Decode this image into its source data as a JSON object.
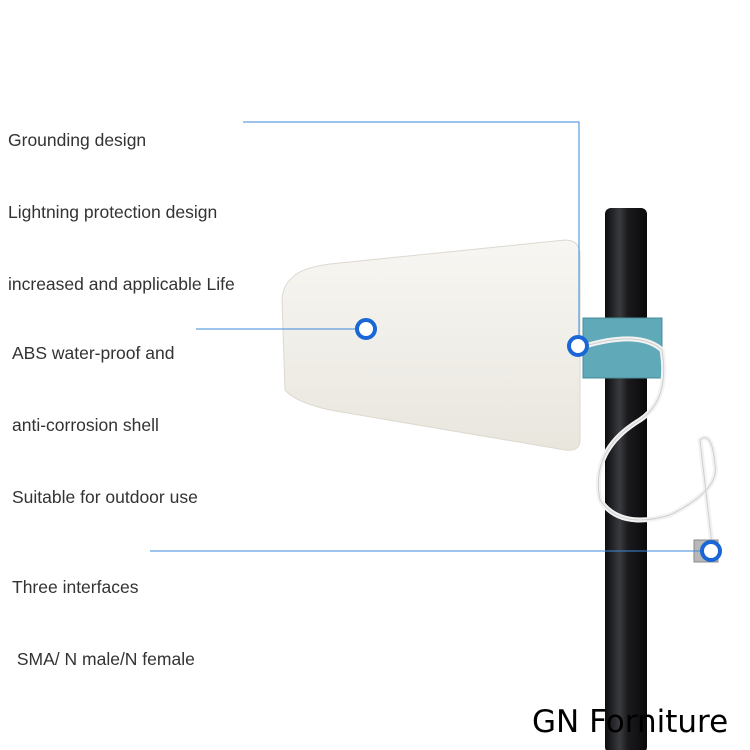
{
  "callouts": {
    "grounding": {
      "lines": [
        "Grounding design",
        "Lightning protection design",
        "increased and applicable Life"
      ]
    },
    "shell": {
      "lines": [
        "ABS water-proof and",
        "anti-corrosion shell",
        "Suitable for outdoor use"
      ]
    },
    "interfaces": {
      "lines": [
        "Three interfaces",
        " SMA/ N male/N female"
      ]
    }
  },
  "watermark": "GN Forniture",
  "colors": {
    "accent": "#1a66d6",
    "leader": "#3a8ad8",
    "pole": "#151518",
    "bracket": "#5fa9b8",
    "shell": "#f1efe9"
  }
}
